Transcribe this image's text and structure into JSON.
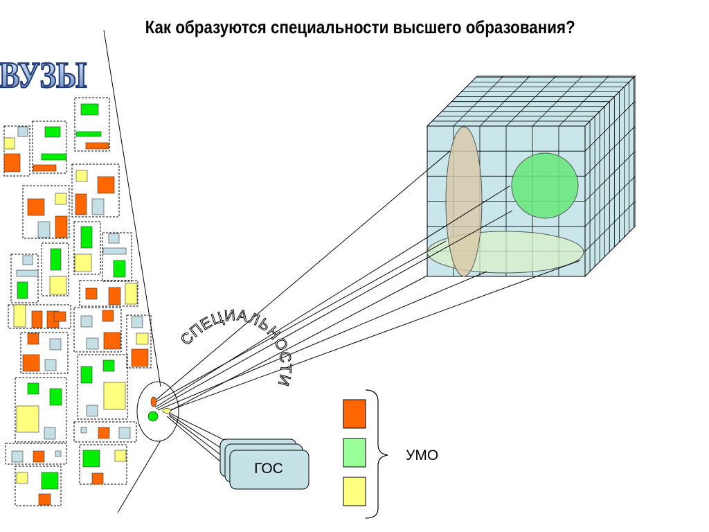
{
  "title": "Как образуются специальности высшего образования?",
  "logo_text": "ВУЗЫ",
  "arc_label": "СПЕЦИАЛЬНОСТИ",
  "gos_label": "ГОС",
  "umo_label": "УМО",
  "colors": {
    "orange": "#ff6600",
    "green": "#00ee00",
    "yellow": "#ffff80",
    "lightblue": "#c5dfe6",
    "umo_green": "#99ff99",
    "cube_face": "#c9e7ea",
    "sphere": "#66e87a",
    "ellipse_tan": "#d9c8a8",
    "ellipse_green": "#d8f0c8",
    "gos_fill": "#c5e2e6"
  },
  "legend": [
    {
      "color": "orange"
    },
    {
      "color": "umo_green"
    },
    {
      "color": "yellow"
    }
  ]
}
